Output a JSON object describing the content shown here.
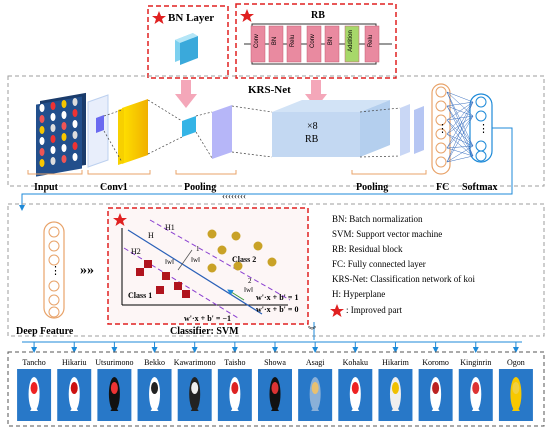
{
  "top": {
    "bn_layer_label": "BN Layer",
    "rb_label": "RB",
    "rb_blocks": [
      "Conv",
      "BN",
      "Relu",
      "Conv",
      "BN",
      "Addition",
      "Relu"
    ]
  },
  "network": {
    "title": "KRS-Net",
    "rb_repeat": "×8",
    "rb_text": "RB",
    "labels": [
      "Input",
      "Conv1",
      "Pooling",
      "Pooling",
      "FC",
      "Softmax"
    ]
  },
  "classifier": {
    "deep_feature": "Deep Feature",
    "title": "Classifier: SVM",
    "H": "H",
    "H1": "H1",
    "H2": "H2",
    "class1": "Class 1",
    "class2": "Class 2",
    "one": "1",
    "two": "2",
    "norm": "‖w‖",
    "eq_pos": "w'·x + b' = 1",
    "eq_zero": "w'·x + b' = 0",
    "eq_neg": "w'·x + b' = −1"
  },
  "legend": [
    "BN: Batch normalization",
    "SVM: Support vector machine",
    "RB: Residual block",
    "FC:  Fully connected layer",
    "KRS-Net: Classification network of koi",
    "H: Hyperplane",
    ": Improved part"
  ],
  "koi": [
    "Tancho",
    "Hikariu",
    "Utsurimono",
    "Bekko",
    "Kawarimono",
    "Taisho",
    "Showa",
    "Asagi",
    "Kohaku",
    "Hikarim",
    "Koromo",
    "Kinginrin",
    "Ogon"
  ],
  "colors": {
    "red": "#e02020",
    "blue": "#1e8ad8",
    "pink": "#f4a7b9",
    "orange": "#e8a36a",
    "yellow": "#ffd500",
    "green": "#8cc63f"
  }
}
